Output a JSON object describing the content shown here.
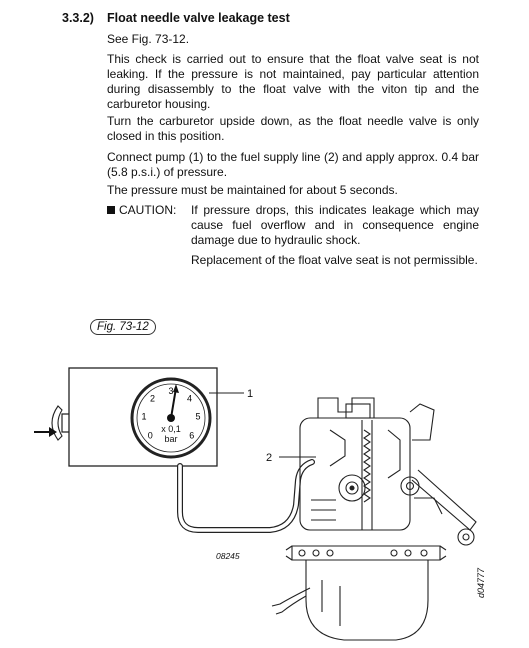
{
  "section": {
    "number": "3.3.2)",
    "title": "Float needle valve  leakage test"
  },
  "paragraphs": [
    "See Fig. 73-12.",
    "This check is carried out to ensure that the float valve seat is not leaking. If the pressure is not maintained, pay particular attention during disassembly to the float valve with the viton tip and the carburetor housing.",
    "Turn the carburetor upside down, as the float needle valve is only closed in this position.",
    "Connect pump (1) to the fuel supply line (2) and apply approx. 0.4 bar (5.8 p.s.i.) of pressure.",
    "The pressure must be maintained for about 5 seconds."
  ],
  "caution": {
    "label": "CAUTION:",
    "text": "If pressure drops, this indicates leakage which may cause fuel overflow and in consequence engine damage due to hydraulic shock.",
    "note": "Replacement of the float valve seat is not permissible."
  },
  "figure": {
    "label": "Fig. 73-12",
    "callout_1": "1",
    "callout_2": "2",
    "gauge_unit_1": "x 0,1",
    "gauge_unit_2": "bar",
    "gauge_ticks": [
      "0",
      "1",
      "2",
      "3",
      "4",
      "5",
      "6"
    ],
    "drawing_code": "08245",
    "side_code": "d04777"
  }
}
